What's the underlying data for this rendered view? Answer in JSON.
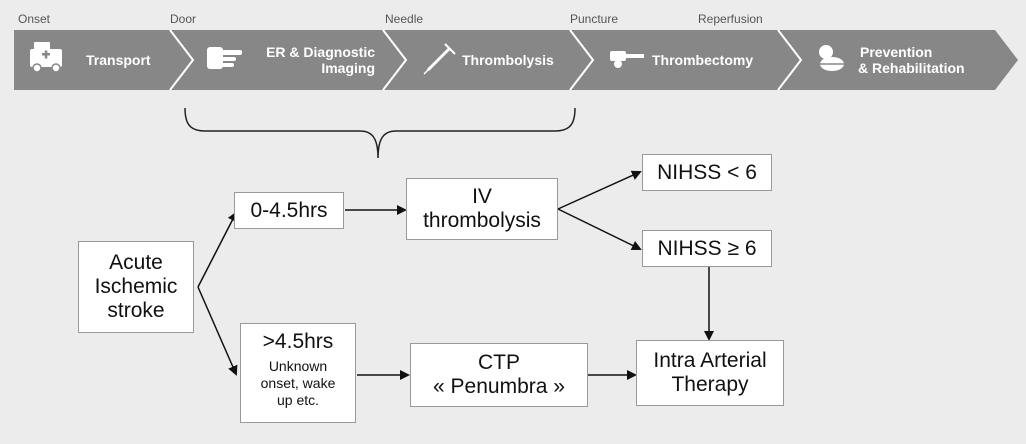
{
  "timeline": {
    "markers": [
      "Onset",
      "Door",
      "Needle",
      "Puncture",
      "Reperfusion"
    ],
    "segments": [
      {
        "label": "Transport",
        "icon": "ambulance-icon"
      },
      {
        "label_line1": "ER & Diagnostic",
        "label_line2": "Imaging",
        "icon": "hand-icon"
      },
      {
        "label": "Thrombolysis",
        "icon": "syringe-icon"
      },
      {
        "label": "Thrombectomy",
        "icon": "catheter-icon"
      },
      {
        "label_line1": "Prevention",
        "label_line2": "& Rehabilitation",
        "icon": "pills-icon"
      }
    ],
    "bar_color": "#878787",
    "chevron_line_color": "#ffffff"
  },
  "flow": {
    "acute": {
      "line1": "Acute",
      "line2": "Ischemic",
      "line3": "stroke"
    },
    "early": {
      "label": "0-4.5hrs"
    },
    "late": {
      "label": ">4.5hrs",
      "sub1": "Unknown",
      "sub2": "onset, wake",
      "sub3": "up etc."
    },
    "iv": {
      "line1": "IV",
      "line2": "thrombolysis"
    },
    "ctp": {
      "line1": "CTP",
      "line2": "« Penumbra  »"
    },
    "nihss_low": {
      "label": "NIHSS < 6"
    },
    "nihss_high": {
      "label": "NIHSS ≥ 6"
    },
    "iat": {
      "line1": "Intra Arterial",
      "line2": "Therapy"
    }
  }
}
